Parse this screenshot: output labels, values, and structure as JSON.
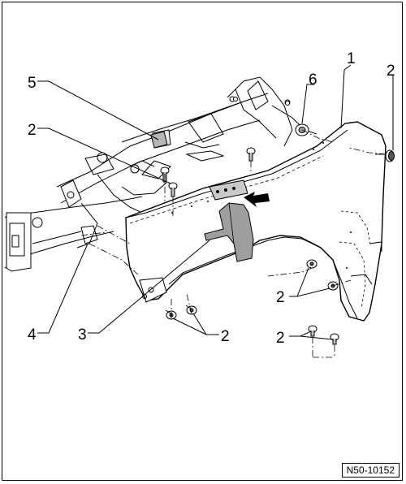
{
  "figure": {
    "reference": "N50-10152",
    "callouts": {
      "c1": "1",
      "c2_top_right": "2",
      "c2_left": "2",
      "c2_mid_right": "2",
      "c2_bottom_mid": "2",
      "c2_bottom_right": "2",
      "c3": "3",
      "c4": "4",
      "c5": "5",
      "c6": "6"
    }
  }
}
